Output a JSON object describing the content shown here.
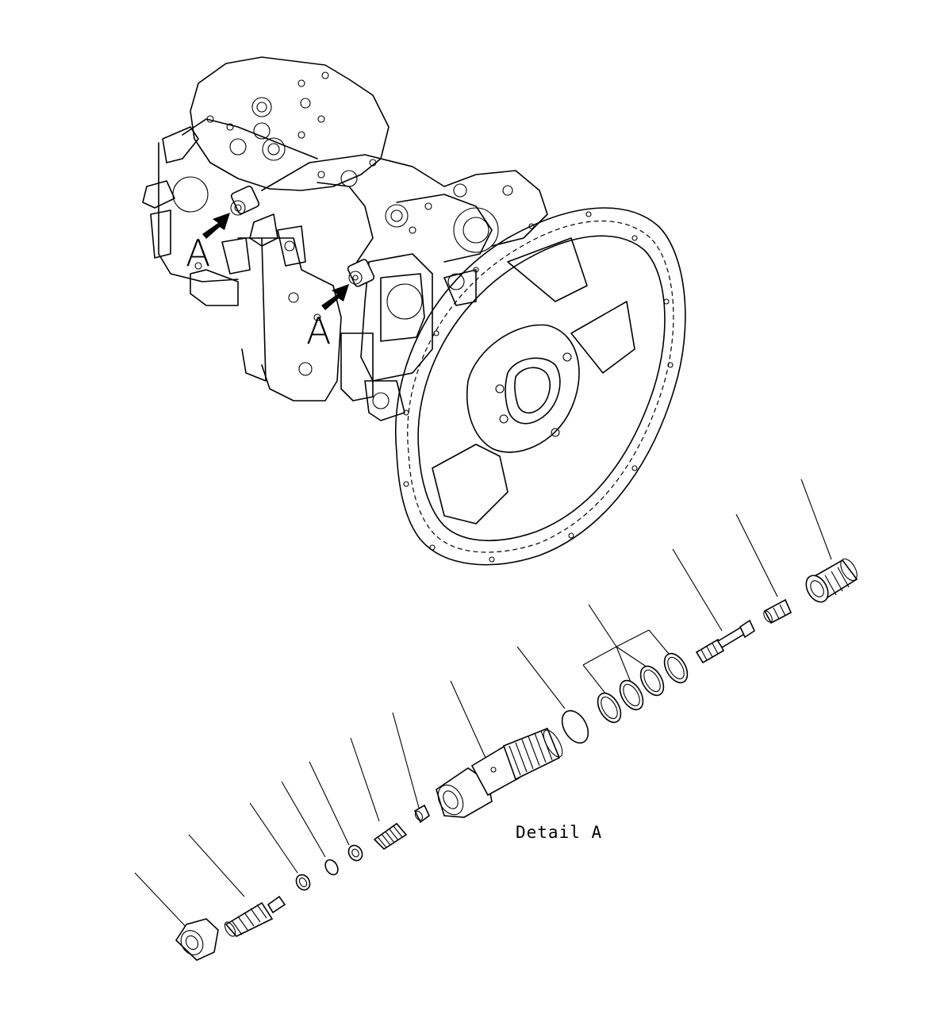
{
  "labels": {
    "marker_a1": "A",
    "marker_a2": "A",
    "detail_caption": "Detail A"
  },
  "icons": {
    "pointer": "arrow-icon"
  },
  "colors": {
    "ink": "#000000",
    "paper": "#ffffff"
  }
}
